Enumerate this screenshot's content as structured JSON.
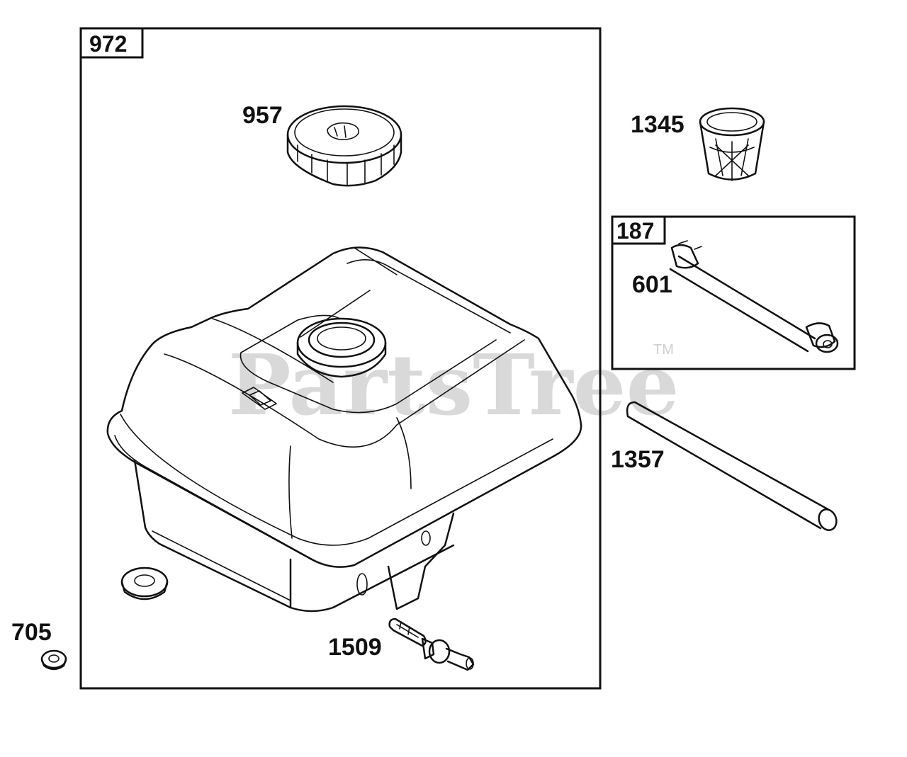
{
  "watermark": {
    "text": "PartsTree",
    "trademark": "TM"
  },
  "boxes": {
    "assembly_972": {
      "tag": "972"
    },
    "kit_187": {
      "tag": "187"
    }
  },
  "labels": {
    "p957": "957",
    "p1345": "1345",
    "p601": "601",
    "p1357": "1357",
    "p705": "705",
    "p1509": "1509"
  }
}
